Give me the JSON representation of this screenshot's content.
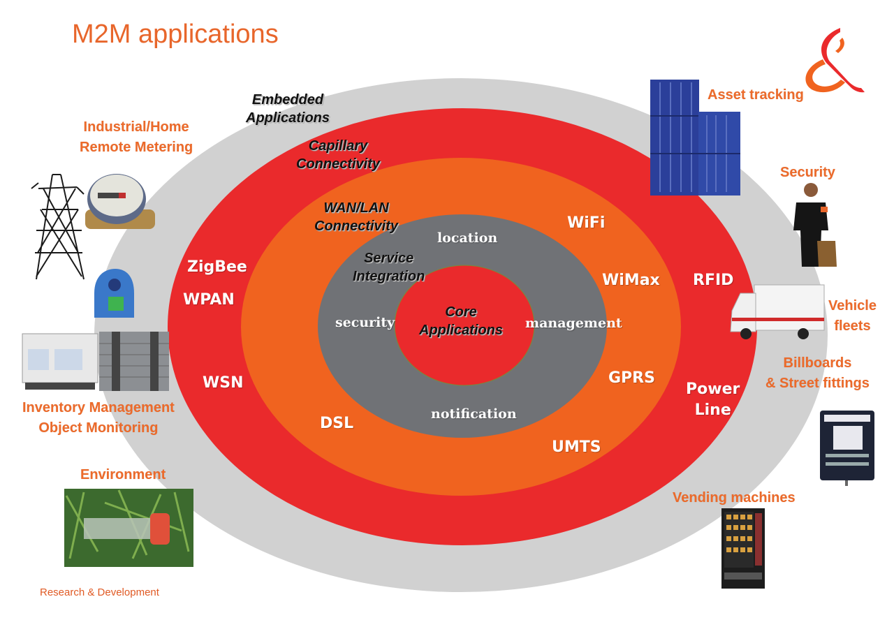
{
  "title": "M2M applications",
  "footer": "Research & Development",
  "colors": {
    "accent": "#e8662b",
    "ring_outer_gray": "#d1d1d1",
    "ring_red": "#ea2a2c",
    "ring_orange": "#f0631f",
    "ring_inner_gray": "#707276",
    "core_red": "#ea2a2c"
  },
  "rings": {
    "embedded": "Embedded Applications",
    "embedded_lines": [
      "Embedded",
      "Applications"
    ],
    "capillary_lines": [
      "Capillary",
      "Connectivity"
    ],
    "wanlan_lines": [
      "WAN/LAN",
      "Connectivity"
    ],
    "service_lines": [
      "Service",
      "Integration"
    ],
    "core_lines": [
      "Core",
      "Applications"
    ]
  },
  "capillary_tech": {
    "zigbee": "ZigBee",
    "wpan": "WPAN",
    "wsn": "WSN",
    "rfid": "RFID",
    "power_line": [
      "Power",
      "Line"
    ]
  },
  "wan_tech": {
    "wifi": "WiFi",
    "wimax": "WiMax",
    "gprs": "GPRS",
    "umts": "UMTS",
    "dsl": "DSL"
  },
  "services": {
    "location": "location",
    "security": "security",
    "management": "management",
    "notification": "notification"
  },
  "applications": {
    "metering": [
      "Industrial/Home",
      "Remote Metering"
    ],
    "inventory": [
      "Inventory Management",
      "Object Monitoring"
    ],
    "environment": "Environment",
    "asset_tracking": "Asset tracking",
    "security": "Security",
    "vehicle_fleets": [
      "Vehicle",
      "fleets"
    ],
    "billboards": [
      "Billboards",
      "& Street fittings"
    ],
    "vending": "Vending machines"
  },
  "logo": "orange-ampersand-logo"
}
